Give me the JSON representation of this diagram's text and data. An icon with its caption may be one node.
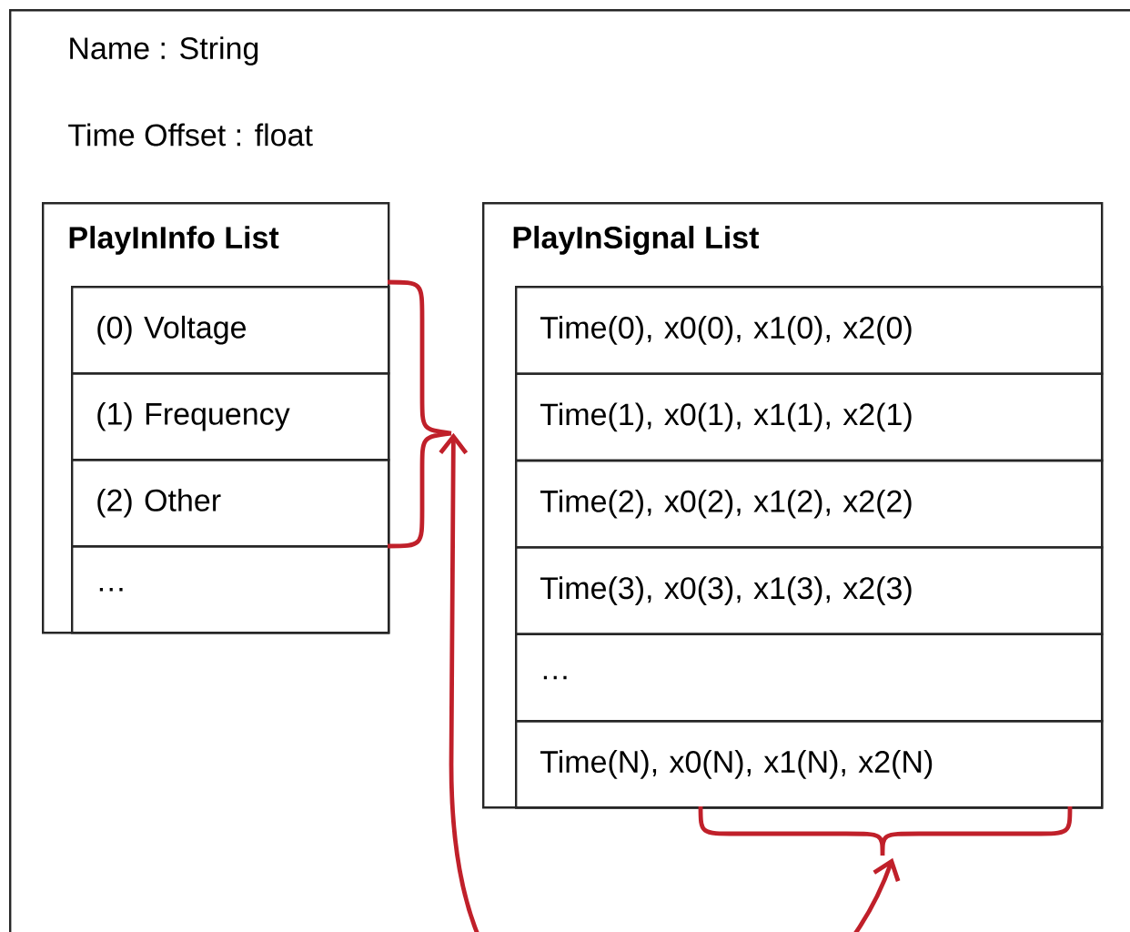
{
  "diagram": {
    "nodes": [
      {
        "text": [
          "Name : String",
          "Time Offset : float"
        ]
      },
      {
        "text": [
          "PlayInInfo List"
        ],
        "in": 0
      },
      {
        "text": [
          "(0) Voltage"
        ],
        "in": 1
      },
      {
        "text": [
          "(1) Frequency"
        ],
        "in": 1
      },
      {
        "text": [
          "(2) Other"
        ],
        "in": 1
      },
      {
        "text": [
          "…"
        ],
        "in": 1
      },
      {
        "text": [
          "PlayInSignal List"
        ],
        "in": 0
      },
      {
        "text": [
          "Time(0), x0(0), x1(0), x2(0)"
        ],
        "in": 6
      },
      {
        "text": [
          "Time(1), x0(1), x1(1), x2(1)"
        ],
        "in": 6
      },
      {
        "text": [
          "Time(2), x0(2), x1(2), x2(2)"
        ],
        "in": 6
      },
      {
        "text": [
          "Time(3), x0(3), x1(3), x2(3)"
        ],
        "in": 6
      },
      {
        "text": [
          "…"
        ],
        "in": 6
      },
      {
        "text": [
          "Time(N), x0(N), x1(N), x2(N)"
        ],
        "in": 6
      }
    ],
    "edges": [
      {
        "from": 12,
        "to": 3,
        "arrow": "both",
        "color": "#c0202a"
      }
    ]
  }
}
